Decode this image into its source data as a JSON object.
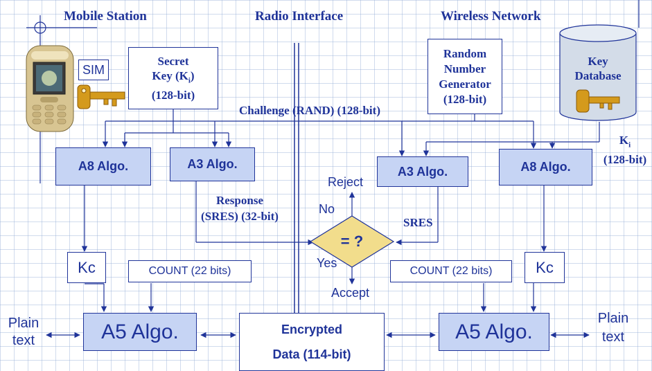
{
  "headers": {
    "mobile_station": "Mobile Station",
    "radio_interface": "Radio Interface",
    "wireless_network": "Wireless Network"
  },
  "mobile": {
    "sim_label": "SIM",
    "secret_key": {
      "line1": "Secret",
      "line2a": "Key (K",
      "line2sub": "i",
      "line2b": ")",
      "line3": "(128-bit)"
    },
    "a8": "A8 Algo.",
    "a3": "A3 Algo.",
    "response": {
      "line1": "Response",
      "line2": "(SRES) (32-bit)"
    },
    "kc": "Kc",
    "count": "COUNT (22 bits)",
    "a5": "A5 Algo.",
    "plain_text": {
      "line1": "Plain",
      "line2": "text"
    }
  },
  "channel": {
    "challenge": "Challenge (RAND) (128-bit)",
    "encrypted": {
      "line1": "Encrypted",
      "line2": "Data (114-bit)"
    }
  },
  "network": {
    "rng": {
      "line1": "Random",
      "line2": "Number",
      "line3": "Generator",
      "line4": "(128-bit)"
    },
    "key_db": {
      "line1": "Key",
      "line2": "Database"
    },
    "ki": {
      "main": "K",
      "sub": "i",
      "bits": "(128-bit)"
    },
    "a3": "A3 Algo.",
    "a8": "A8 Algo.",
    "sres": "SRES",
    "kc": "Kc",
    "count": "COUNT (22 bits)",
    "a5": "A5 Algo.",
    "plain_text": {
      "line1": "Plain",
      "line2": "text"
    }
  },
  "compare": {
    "symbol": "= ?",
    "reject": "Reject",
    "no": "No",
    "yes": "Yes",
    "accept": "Accept"
  },
  "colors": {
    "text": "#1f3399",
    "algo_fill": "#c6d4f4",
    "decision_fill": "#f2dd8c",
    "database_fill": "#d3dce8",
    "key_gold": "#d49a1c"
  }
}
